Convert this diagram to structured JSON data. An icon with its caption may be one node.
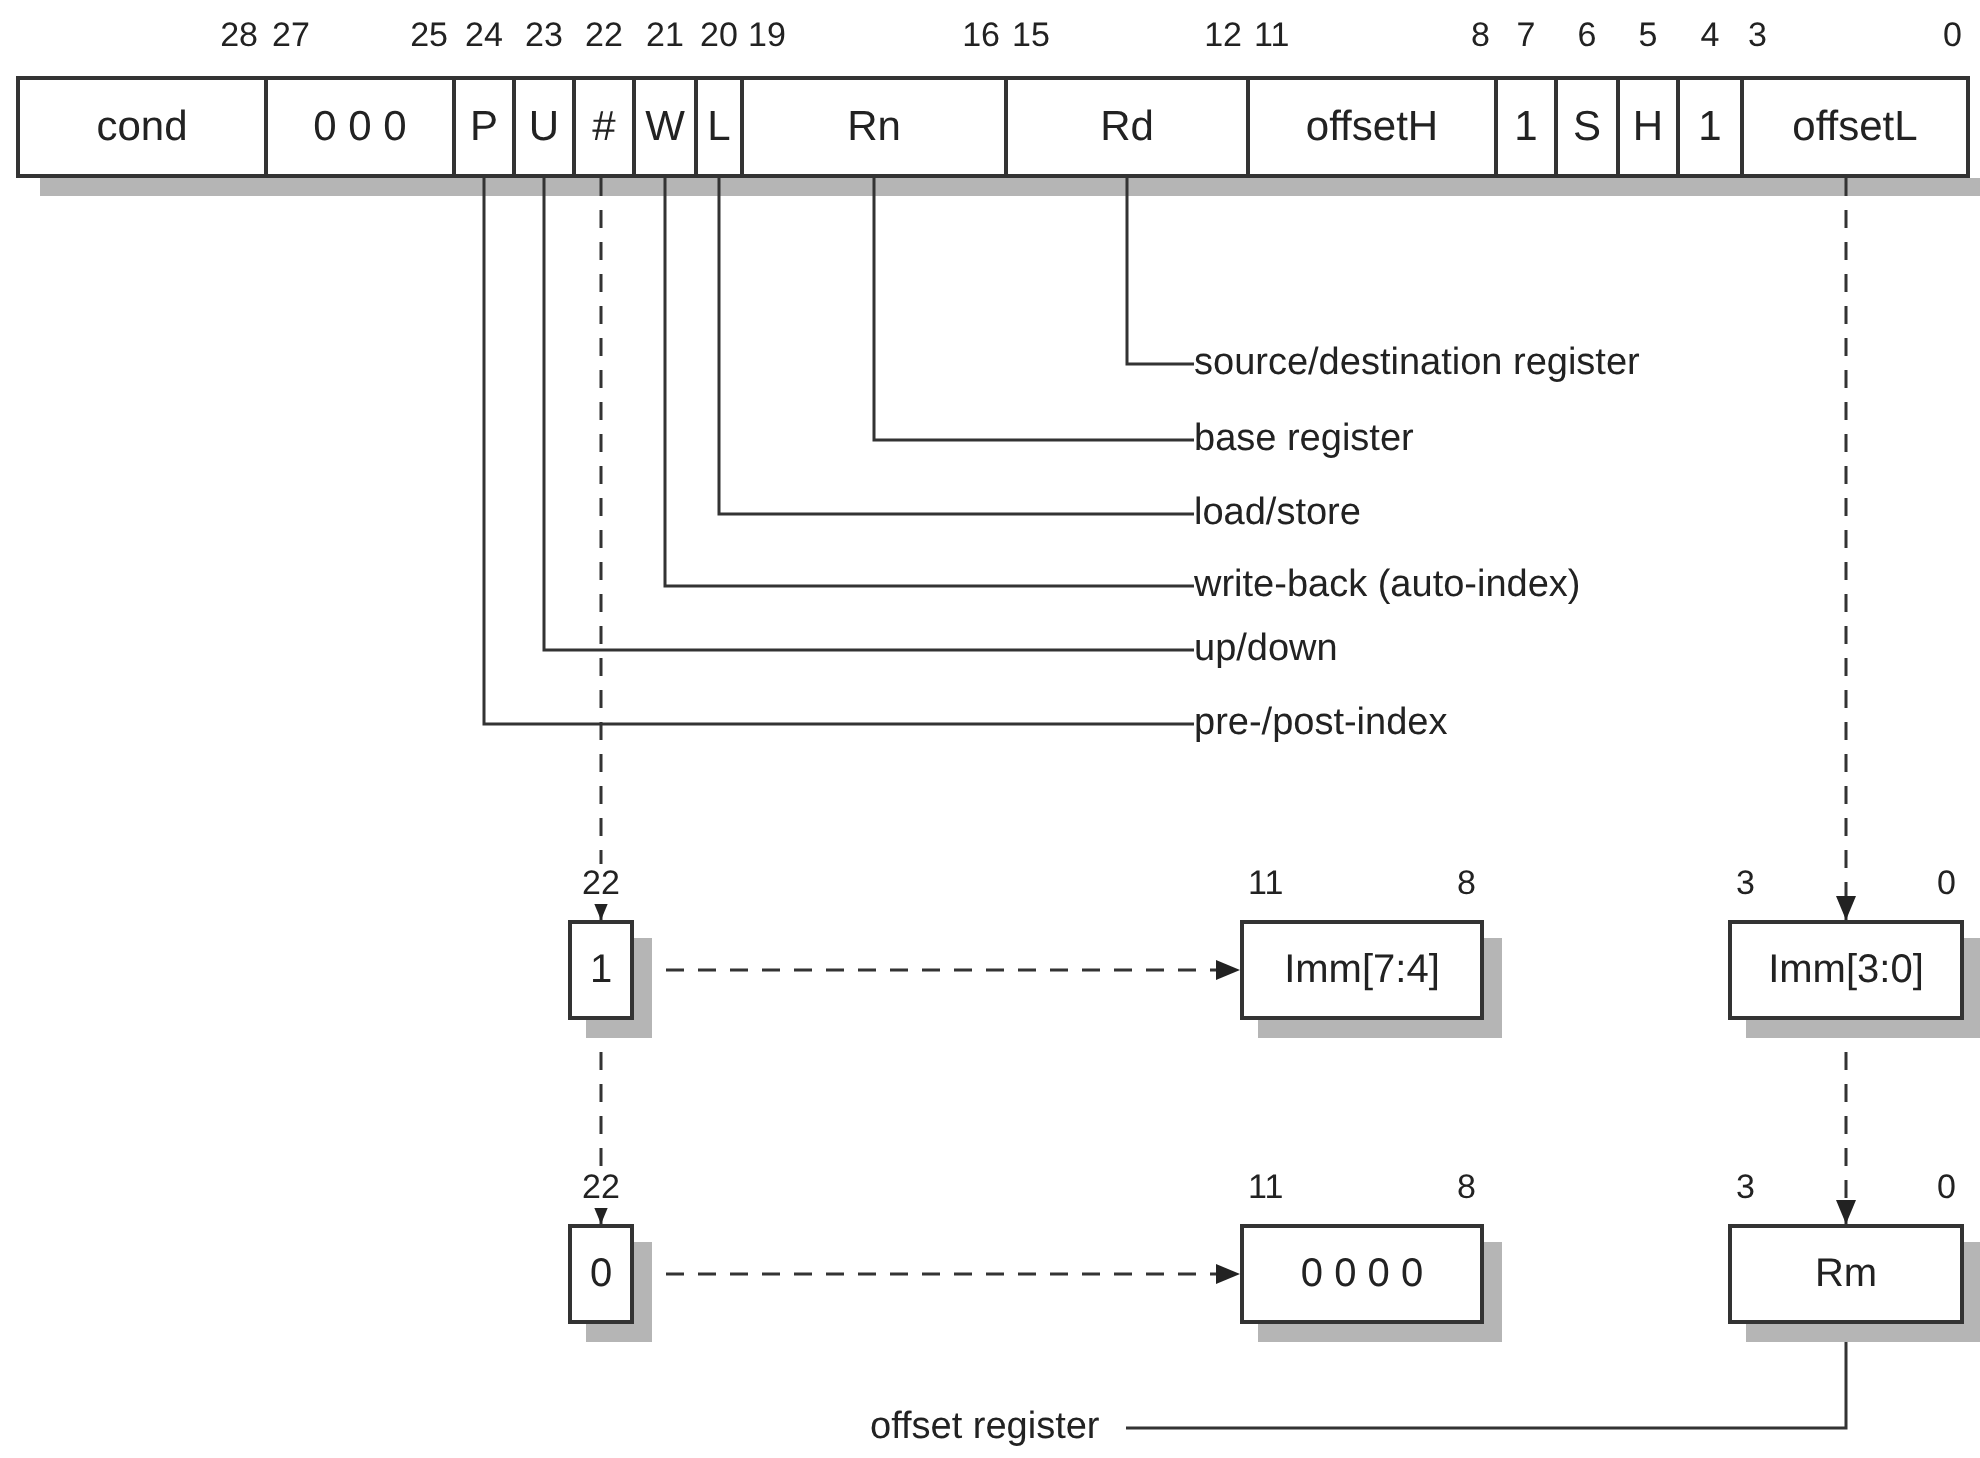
{
  "diagram": {
    "nodes": [
      {
        "text": [
          "cond"
        ],
        "beside": [
          "28"
        ]
      },
      {
        "text": [
          "0 0 0"
        ],
        "beside": [
          "27",
          "25"
        ]
      },
      {
        "text": [
          "P"
        ],
        "beside": [
          "24"
        ]
      },
      {
        "text": [
          "U"
        ],
        "beside": [
          "23"
        ]
      },
      {
        "text": [
          "#"
        ],
        "beside": [
          "22"
        ]
      },
      {
        "text": [
          "W"
        ],
        "beside": [
          "21"
        ]
      },
      {
        "text": [
          "L"
        ],
        "beside": [
          "20"
        ]
      },
      {
        "text": [
          "Rn"
        ],
        "beside": [
          "19",
          "16"
        ]
      },
      {
        "text": [
          "Rd"
        ],
        "beside": [
          "15",
          "12"
        ]
      },
      {
        "text": [
          "offsetH"
        ],
        "beside": [
          "11",
          "8"
        ]
      },
      {
        "text": [
          "1"
        ],
        "beside": [
          "7"
        ]
      },
      {
        "text": [
          "S"
        ],
        "beside": [
          "6"
        ]
      },
      {
        "text": [
          "H"
        ],
        "beside": [
          "5"
        ]
      },
      {
        "text": [
          "1"
        ],
        "beside": [
          "4"
        ]
      },
      {
        "text": [
          "offsetL"
        ],
        "beside": [
          "3",
          "0"
        ]
      },
      {
        "text": [
          "source/destination register"
        ]
      },
      {
        "text": [
          "base register"
        ]
      },
      {
        "text": [
          "load/store"
        ]
      },
      {
        "text": [
          "write-back (auto-index)"
        ]
      },
      {
        "text": [
          "up/down"
        ]
      },
      {
        "text": [
          "pre-/post-index"
        ]
      },
      {
        "text": [
          "1"
        ],
        "beside": [
          "22"
        ]
      },
      {
        "text": [
          "Imm[7:4]"
        ],
        "beside": [
          "11",
          "8"
        ]
      },
      {
        "text": [
          "Imm[3:0]"
        ],
        "beside": [
          "3",
          "0"
        ]
      },
      {
        "text": [
          "0"
        ],
        "beside": [
          "22"
        ]
      },
      {
        "text": [
          "0 0 0 0"
        ],
        "beside": [
          "11",
          "8"
        ]
      },
      {
        "text": [
          "Rm"
        ],
        "beside": [
          "3",
          "0"
        ]
      },
      {
        "text": [
          "offset register"
        ]
      }
    ],
    "edges": [
      {
        "from": 15,
        "to": 8,
        "arrow": "none"
      },
      {
        "from": 16,
        "to": 7,
        "arrow": "none"
      },
      {
        "from": 17,
        "to": 6,
        "arrow": "none"
      },
      {
        "from": 18,
        "to": 5,
        "arrow": "none"
      },
      {
        "from": 19,
        "to": 3,
        "arrow": "none"
      },
      {
        "from": 20,
        "to": 2,
        "arrow": "none"
      },
      {
        "from": 4,
        "to": 21,
        "arrow": "to",
        "style": "dashed"
      },
      {
        "from": 14,
        "to": 23,
        "arrow": "to",
        "style": "dashed"
      },
      {
        "from": 21,
        "to": 22,
        "arrow": "to",
        "style": "dashed"
      },
      {
        "from": 21,
        "to": 24,
        "arrow": "to",
        "style": "dashed"
      },
      {
        "from": 23,
        "to": 26,
        "arrow": "to",
        "style": "dashed"
      },
      {
        "from": 24,
        "to": 25,
        "arrow": "to",
        "style": "dashed"
      },
      {
        "from": 27,
        "to": 26,
        "arrow": "none"
      }
    ]
  }
}
